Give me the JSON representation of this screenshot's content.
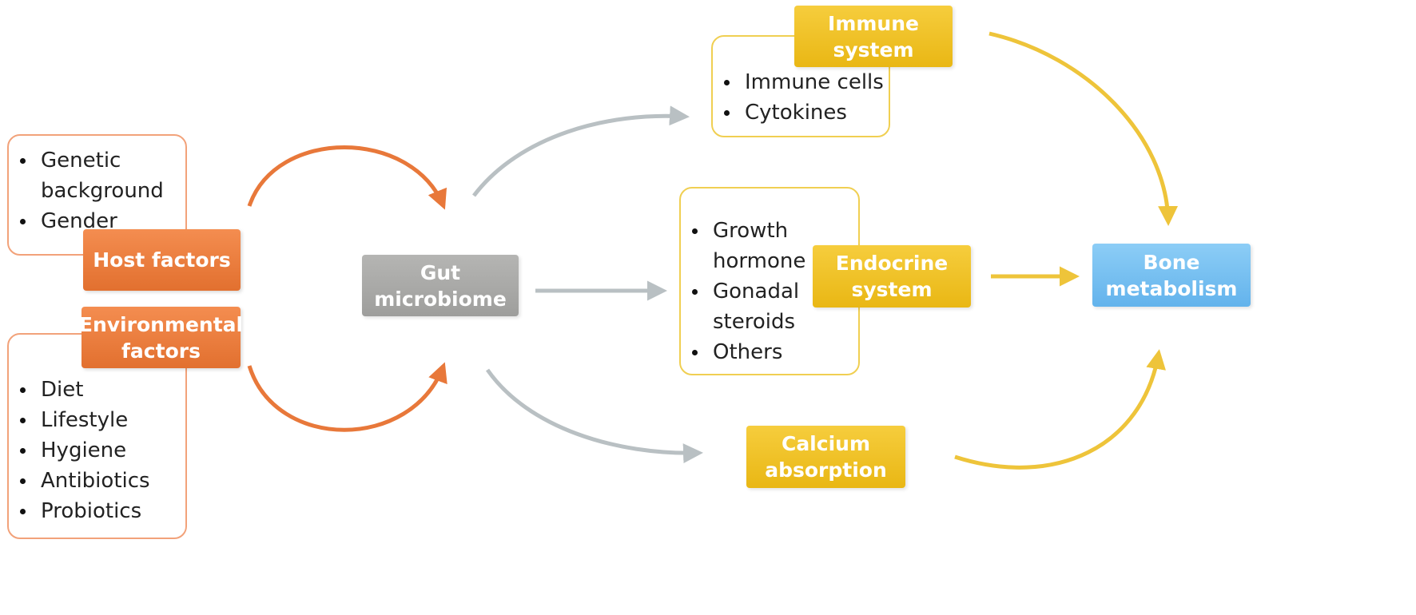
{
  "host": {
    "label": "Host factors",
    "items": [
      "Genetic background",
      "Gender"
    ]
  },
  "environmental": {
    "label": "Environmental\nfactors",
    "items": [
      "Diet",
      "Lifestyle",
      "Hygiene",
      "Antibiotics",
      "Probiotics"
    ]
  },
  "gut": {
    "label": "Gut\nmicrobiome"
  },
  "immune": {
    "label": "Immune\nsystem",
    "items": [
      "Immune cells",
      "Cytokines"
    ]
  },
  "endocrine": {
    "label": "Endocrine\nsystem",
    "items": [
      "Growth hormone",
      "Gonadal steroids",
      "Others"
    ]
  },
  "calcium": {
    "label": "Calcium\nabsorption"
  },
  "bone": {
    "label": "Bone\nmetabolism"
  },
  "colors": {
    "orange": "#e8783a",
    "yellow": "#f0c020",
    "gray": "#a8a8a6",
    "blue": "#74bdee"
  }
}
